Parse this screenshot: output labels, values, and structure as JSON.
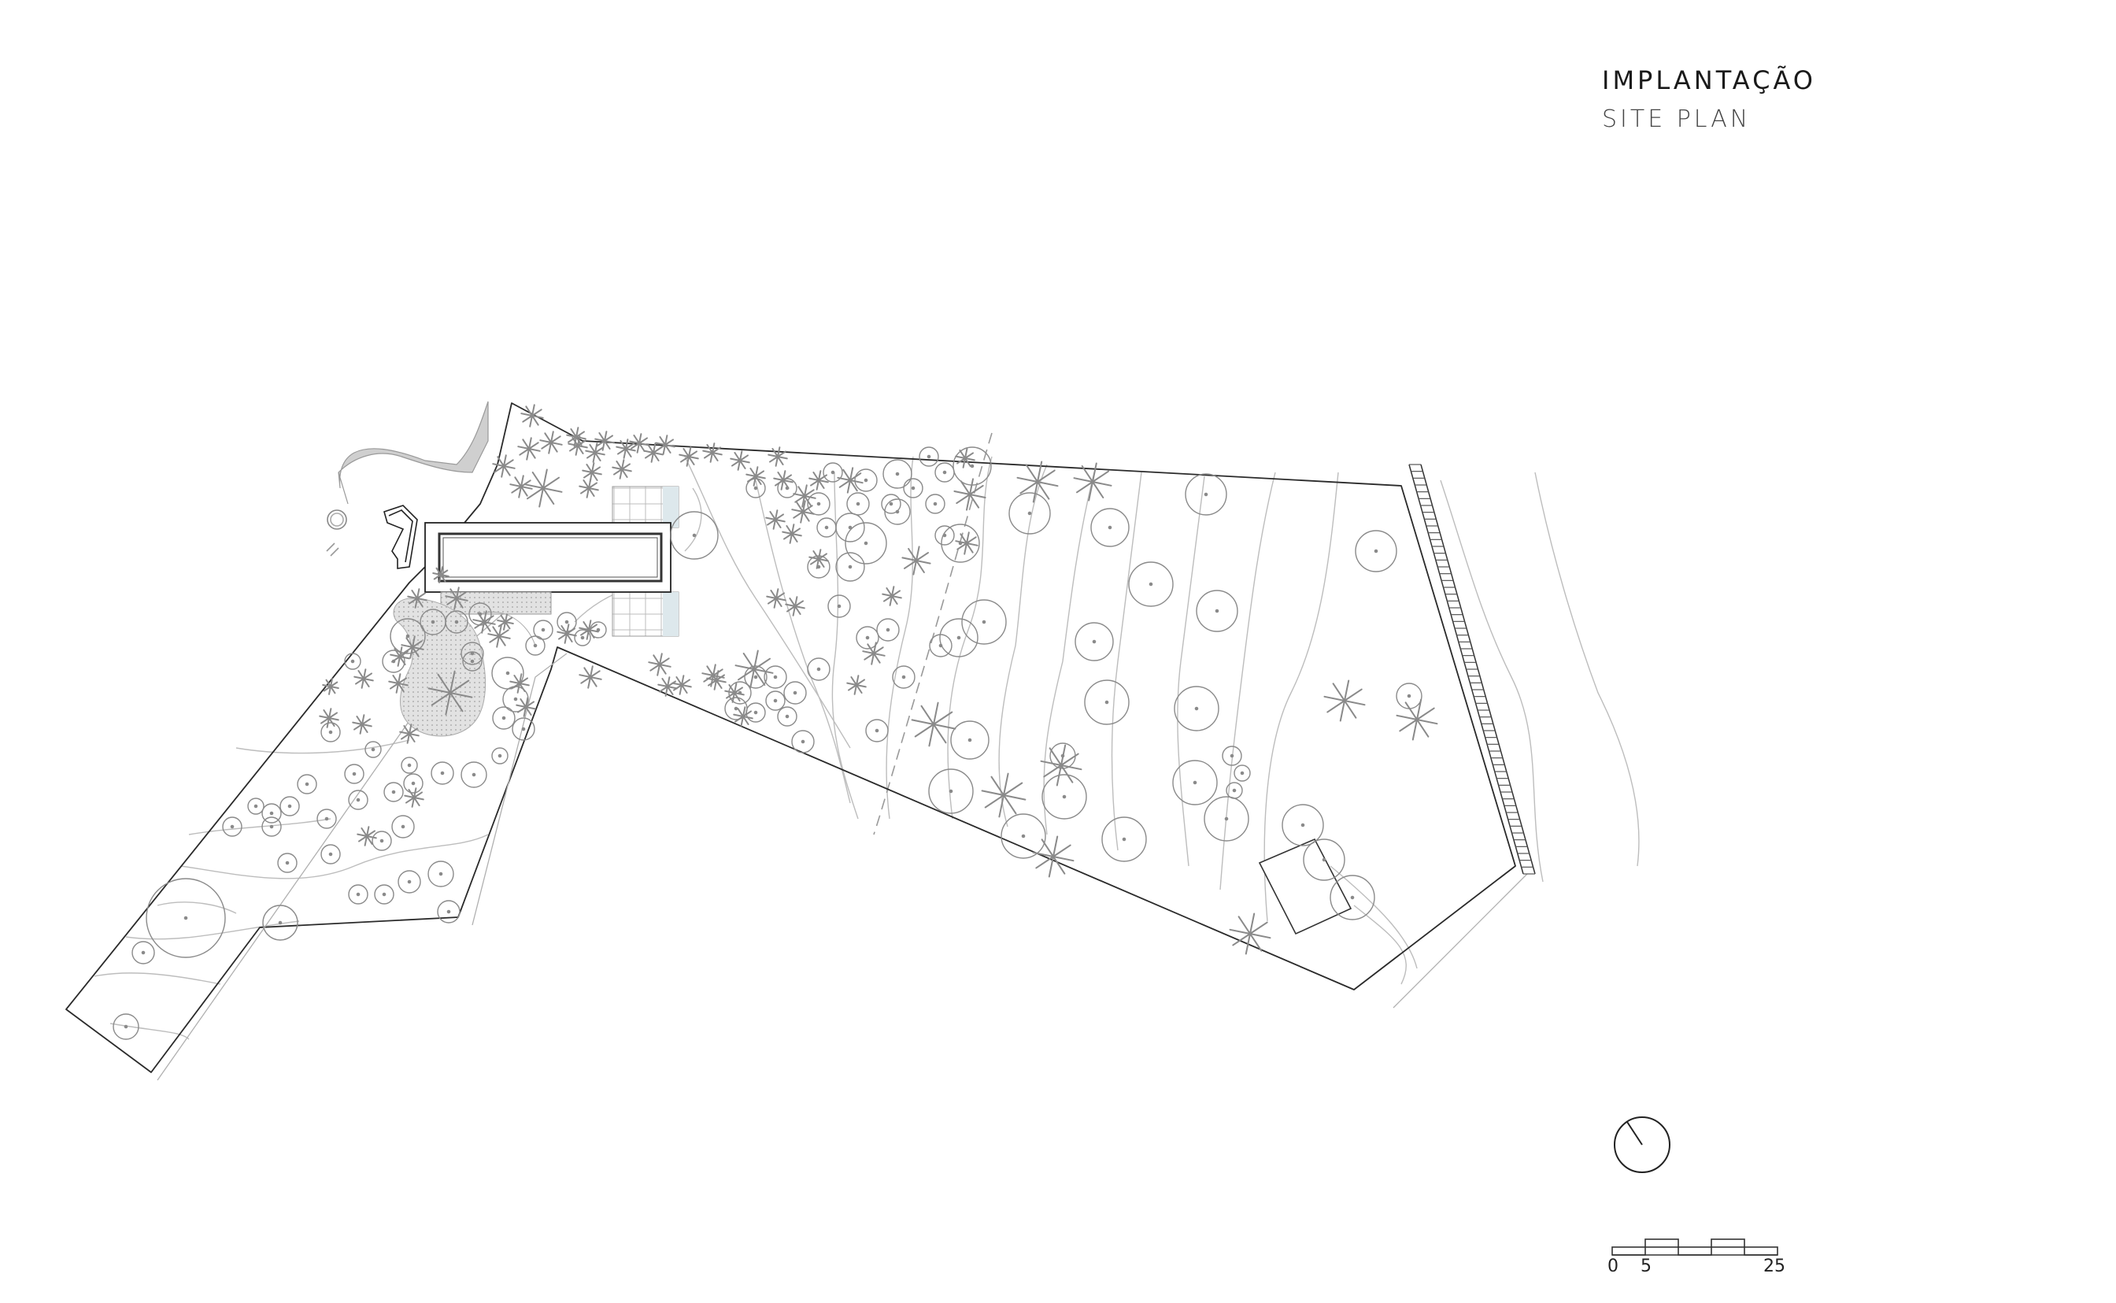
{
  "title": {
    "main": "IMPLANTAÇÃO",
    "sub": "SITE PLAN"
  },
  "north_arrow": {
    "icon": "north-arrow-icon"
  },
  "scale_bar": {
    "labels": [
      "0",
      "5",
      "25"
    ]
  },
  "colors": {
    "line": "#222222",
    "tree": "#8a8a8a",
    "contour": "#b5b5b5",
    "hatch": "#c8c8c8",
    "pool_fill": "#dde8ec"
  }
}
